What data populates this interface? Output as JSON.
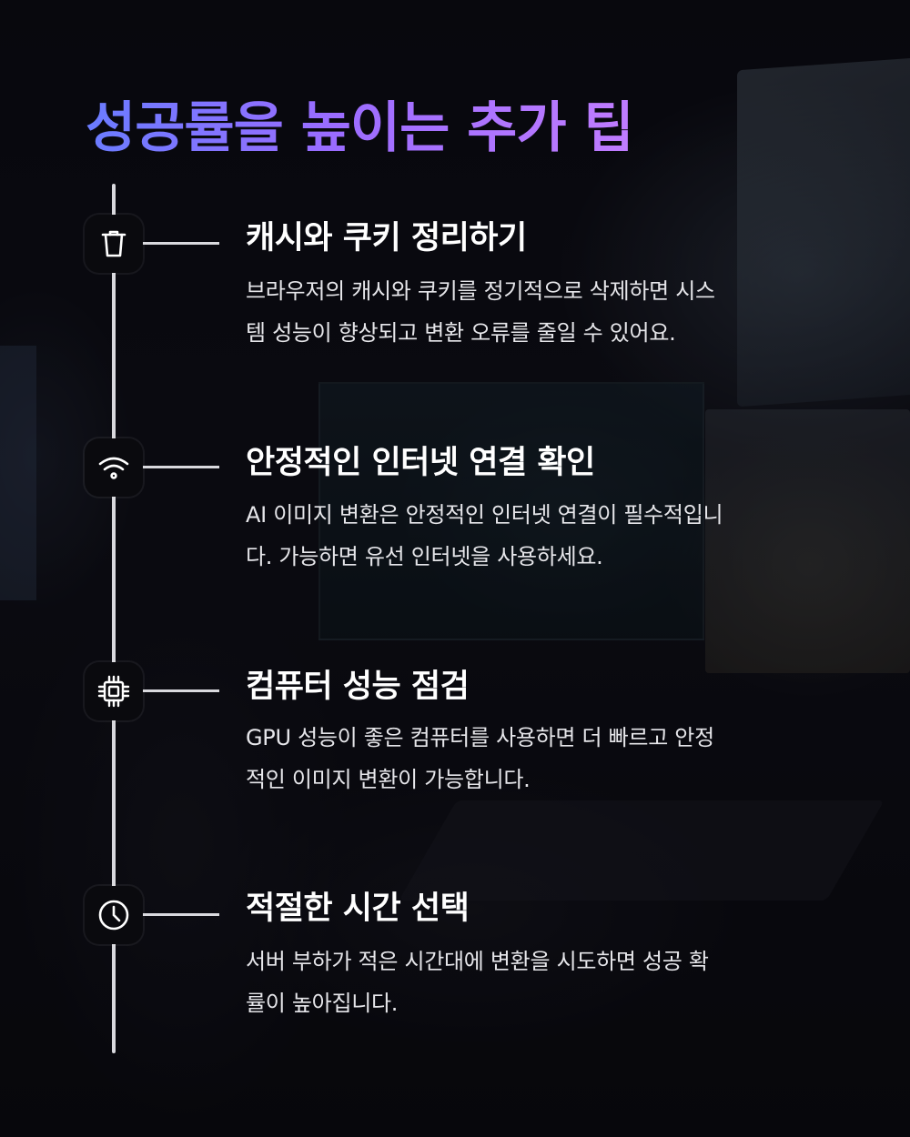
{
  "page_title": "성공률을 높이는 추가 팁",
  "colors": {
    "title_gradient_start": "#6a7cff",
    "title_gradient_end": "#c07cff",
    "timeline": "#d9d9de",
    "text": "#ffffff"
  },
  "tips": [
    {
      "icon": "trash-icon",
      "title": "캐시와 쿠키 정리하기",
      "description": "브라우저의 캐시와 쿠키를 정기적으로 삭제하면 시스\n템 성능이 향상되고 변환 오류를 줄일 수 있어요."
    },
    {
      "icon": "wifi-icon",
      "title": "안정적인 인터넷 연결 확인",
      "description": "AI 이미지 변환은 안정적인 인터넷 연결이 필수적입니\n다. 가능하면 유선 인터넷을 사용하세요."
    },
    {
      "icon": "cpu-icon",
      "title": "컴퓨터 성능 점검",
      "description": "GPU 성능이 좋은 컴퓨터를 사용하면 더 빠르고 안정\n적인 이미지 변환이 가능합니다."
    },
    {
      "icon": "clock-icon",
      "title": "적절한 시간 선택",
      "description": "서버 부하가 적은 시간대에 변환을 시도하면 성공 확\n률이 높아집니다."
    }
  ]
}
